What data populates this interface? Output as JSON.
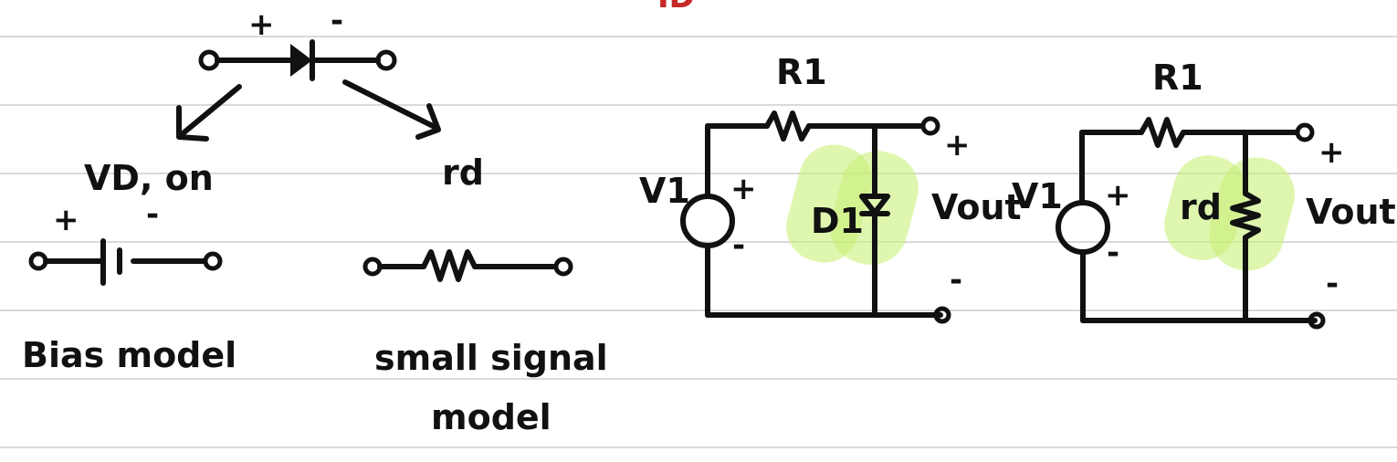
{
  "page_top_fragment": "ID",
  "diode_symbol": {
    "plus": "+",
    "minus": "-"
  },
  "bias_model": {
    "voltage_label": "VD, on",
    "plus": "+",
    "minus": "-",
    "caption": "Bias model"
  },
  "small_signal_model": {
    "resistance_label": "rd",
    "caption_line1": "small signal",
    "caption_line2": "model"
  },
  "circuit_diode": {
    "resistor": "R1",
    "source": "V1",
    "source_plus": "+",
    "source_minus": "-",
    "diode": "D1",
    "output": "Vout",
    "out_plus": "+",
    "out_minus": "-"
  },
  "circuit_rd": {
    "resistor": "R1",
    "source": "V1",
    "source_plus": "+",
    "source_minus": "-",
    "element": "rd",
    "output": "Vout",
    "out_plus": "+",
    "out_minus": "-"
  },
  "colors": {
    "ink": "#111111",
    "highlight": "#c9f07a",
    "rule": "#d9d9d9",
    "accent_red": "#c62828"
  }
}
